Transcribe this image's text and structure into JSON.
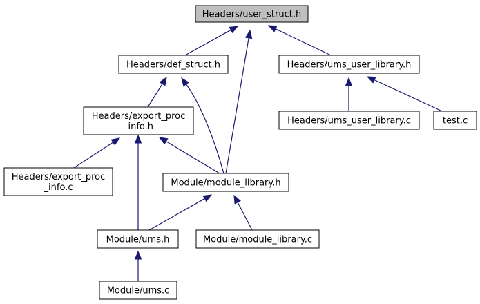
{
  "diagram": {
    "type": "include-dependency-graph",
    "colors": {
      "edge": "#191970",
      "node_fill": "#ffffff",
      "root_fill": "#bfbfbf",
      "border": "#000000"
    },
    "nodes": [
      {
        "id": "user_struct_h",
        "label": "Headers/user_struct.h",
        "root": true
      },
      {
        "id": "def_struct_h",
        "label": "Headers/def_struct.h"
      },
      {
        "id": "ums_user_library_h",
        "label": "Headers/ums_user_library.h"
      },
      {
        "id": "export_proc_info_h",
        "label": "Headers/export_proc\n_info.h"
      },
      {
        "id": "ums_user_library_c",
        "label": "Headers/ums_user_library.c"
      },
      {
        "id": "test_c",
        "label": "test.c"
      },
      {
        "id": "export_proc_info_c",
        "label": "Headers/export_proc\n_info.c"
      },
      {
        "id": "module_library_h",
        "label": "Module/module_library.h"
      },
      {
        "id": "ums_h",
        "label": "Module/ums.h"
      },
      {
        "id": "module_library_c",
        "label": "Module/module_library.c"
      },
      {
        "id": "ums_c",
        "label": "Module/ums.c"
      }
    ],
    "edges": [
      {
        "from": "def_struct_h",
        "to": "user_struct_h"
      },
      {
        "from": "module_library_h",
        "to": "user_struct_h"
      },
      {
        "from": "ums_user_library_h",
        "to": "user_struct_h"
      },
      {
        "from": "export_proc_info_h",
        "to": "def_struct_h"
      },
      {
        "from": "module_library_h",
        "to": "def_struct_h"
      },
      {
        "from": "ums_user_library_c",
        "to": "ums_user_library_h"
      },
      {
        "from": "test_c",
        "to": "ums_user_library_h"
      },
      {
        "from": "export_proc_info_c",
        "to": "export_proc_info_h"
      },
      {
        "from": "module_library_h",
        "to": "export_proc_info_h"
      },
      {
        "from": "ums_h",
        "to": "export_proc_info_h"
      },
      {
        "from": "ums_h",
        "to": "module_library_h"
      },
      {
        "from": "module_library_c",
        "to": "module_library_h"
      },
      {
        "from": "ums_c",
        "to": "ums_h"
      }
    ]
  }
}
